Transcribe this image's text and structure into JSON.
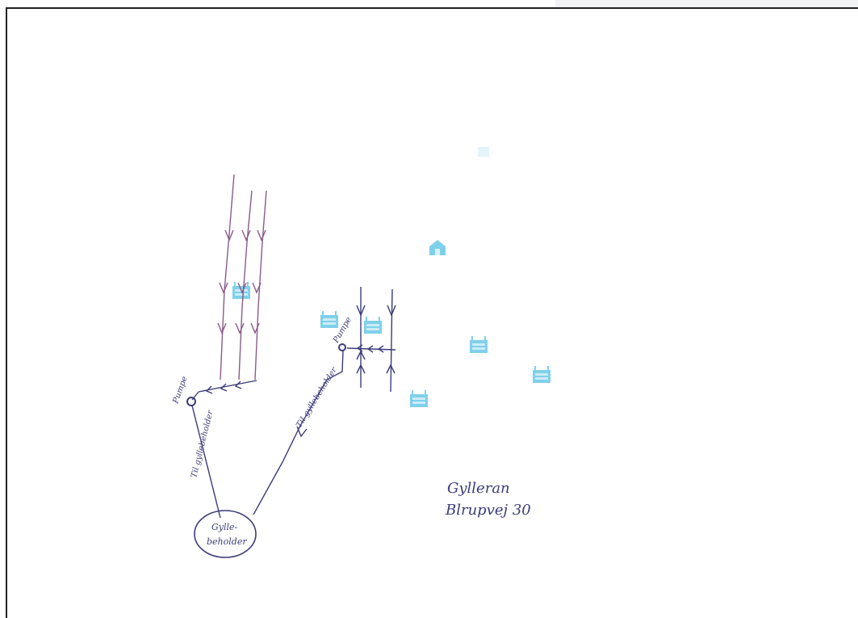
{
  "sketch": {
    "title_line1": "Gylleran",
    "title_line2": "Blrupvej 30",
    "tank_line1": "Gylle-",
    "tank_line2": "beholder",
    "left_pipe_label": "Til gyllebeholder",
    "right_pipe_label": "Til gyllebeholder",
    "left_pump_label": "Pumpe",
    "right_pump_label": "Pumpe"
  },
  "colors": {
    "ink": "#3b3b7a",
    "inflow": "#8a5a8a",
    "stall_icon": "#7fd0ea",
    "frame": "#222222"
  }
}
